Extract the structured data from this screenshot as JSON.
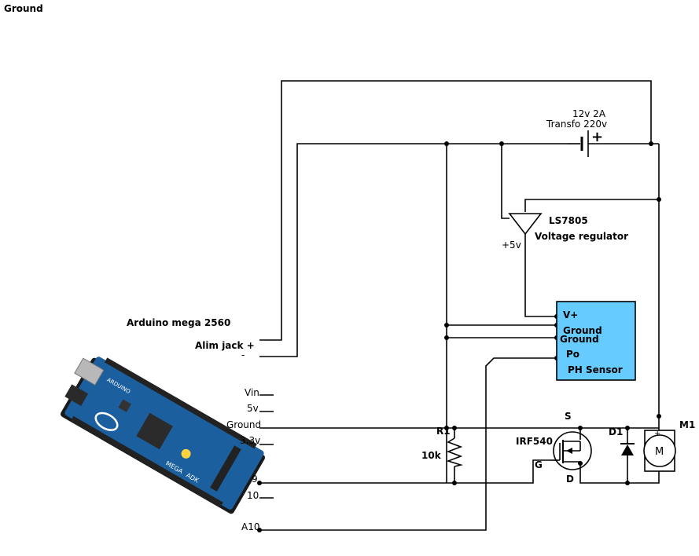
{
  "top_label": "Ground",
  "board": {
    "title": "Arduino mega 2560",
    "pins": {
      "alim_plus": "Alim jack +",
      "alim_minus": "-",
      "vin": "Vin",
      "v5": "5v",
      "ground": "Ground",
      "v33": "3.3v",
      "p9": "9",
      "p10": "10",
      "a10": "A10"
    },
    "silk": {
      "mega": "MEGA",
      "adk": "ADK",
      "brand": "ARDUINO"
    }
  },
  "supply": {
    "rating": "12v 2A",
    "name": "Transfo 220v",
    "plus": "+"
  },
  "regulator": {
    "part": "LS7805",
    "desc": "Voltage regulator",
    "out": "+5v"
  },
  "sensor": {
    "pins": [
      "V+",
      "Ground",
      "Ground",
      "Po"
    ],
    "name": "PH Sensor",
    "color": "#66ccff"
  },
  "resistor": {
    "ref": "R1",
    "value": "10k"
  },
  "mosfet": {
    "part": "IRF540",
    "s": "S",
    "g": "G",
    "d": "D"
  },
  "diode": {
    "ref": "D1"
  },
  "motor": {
    "ref": "M1",
    "symbol": "M",
    "plus": "+",
    "minus": "-"
  }
}
